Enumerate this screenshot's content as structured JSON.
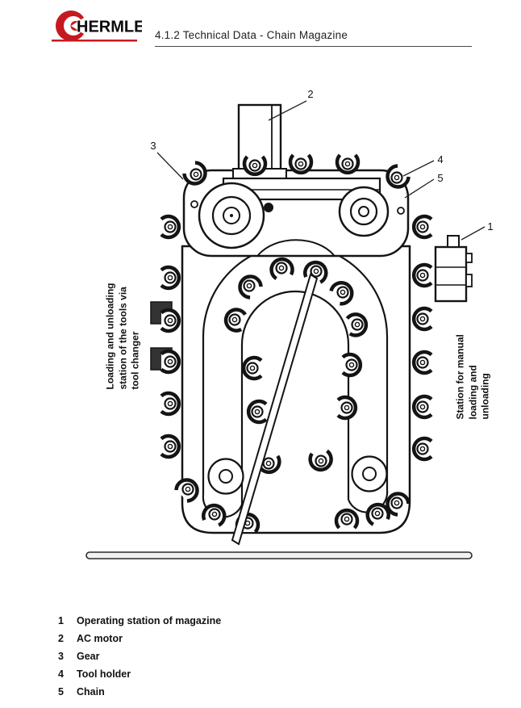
{
  "colors": {
    "brand_red": "#c6191f",
    "line_black": "#141414"
  },
  "header": {
    "logo_text": "HERMLE",
    "title": "4.1.2 Technical Data - Chain Magazine"
  },
  "diagram": {
    "left_station_label": "Loading and unloading\nstation of the tools via\ntool changer",
    "right_station_label": "Station for manual\nloading and\nunloading",
    "callouts": [
      "1",
      "2",
      "3",
      "4",
      "5"
    ]
  },
  "legend": {
    "items": [
      {
        "num": "1",
        "label": "Operating station of magazine"
      },
      {
        "num": "2",
        "label": "AC motor"
      },
      {
        "num": "3",
        "label": "Gear"
      },
      {
        "num": "4",
        "label": "Tool holder"
      },
      {
        "num": "5",
        "label": "Chain"
      }
    ]
  }
}
